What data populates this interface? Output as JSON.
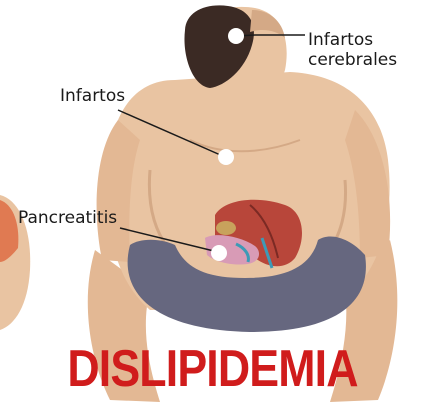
{
  "labels": {
    "brain_line1": "Infartos",
    "brain_line2": "cerebrales",
    "heart": "Infartos",
    "pancreas": "Pancreatitis"
  },
  "title": "DISLIPIDEMIA",
  "colors": {
    "skin": "#e9c4a2",
    "skin_shadow": "#d4a986",
    "hair": "#3b2a24",
    "cushion": "#66677f",
    "liver": "#b8463a",
    "title": "#d01c1c",
    "marker": "#ffffff",
    "leader_line": "#1a1a1a"
  }
}
